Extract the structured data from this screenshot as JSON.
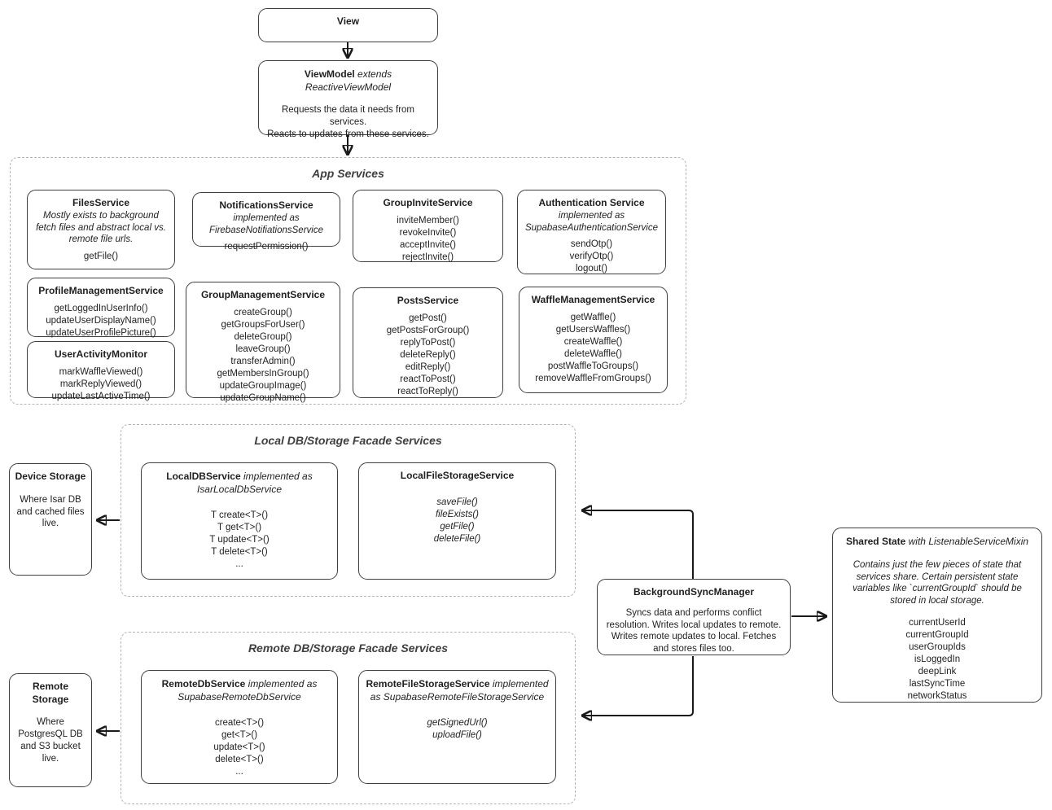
{
  "view": {
    "title": "View"
  },
  "viewmodel": {
    "name": "ViewModel",
    "extends": "extends ReactiveViewModel",
    "body": "Requests the data it needs from services.\nReacts to updates from these services."
  },
  "app_services": {
    "title": "App Services",
    "files": {
      "name": "FilesService",
      "description": "Mostly exists to background fetch files and abstract local vs. remote file urls.",
      "methods": [
        "getFile()"
      ]
    },
    "notifications": {
      "name": "NotificationsService",
      "impl": "implemented as FirebaseNotifiationsService",
      "methods": [
        "requestPermission()"
      ]
    },
    "group_invite": {
      "name": "GroupInviteService",
      "methods": [
        "inviteMember()",
        "revokeInvite()",
        "acceptInvite()",
        "rejectInvite()"
      ]
    },
    "authentication": {
      "name": "Authentication Service",
      "impl": "implemented as SupabaseAuthenticationService",
      "methods": [
        "sendOtp()",
        "verifyOtp()",
        "logout()"
      ]
    },
    "profile_management": {
      "name": "ProfileManagementService",
      "methods": [
        "getLoggedInUserInfo()",
        "updateUserDisplayName()",
        "updateUserProfilePicture()"
      ]
    },
    "user_activity_monitor": {
      "name": "UserActivityMonitor",
      "methods": [
        "markWaffleViewed()",
        "markReplyViewed()",
        "updateLastActiveTime()"
      ]
    },
    "group_management": {
      "name": "GroupManagementService",
      "methods": [
        "createGroup()",
        "getGroupsForUser()",
        "deleteGroup()",
        "leaveGroup()",
        "transferAdmin()",
        "getMembersInGroup()",
        "updateGroupImage()",
        "updateGroupName()"
      ]
    },
    "posts": {
      "name": "PostsService",
      "methods": [
        "getPost()",
        "getPostsForGroup()",
        "replyToPost()",
        "deleteReply()",
        "editReply()",
        "reactToPost()",
        "reactToReply()"
      ]
    },
    "waffle_management": {
      "name": "WaffleManagementService",
      "methods": [
        "getWaffle()",
        "getUsersWaffles()",
        "createWaffle()",
        "deleteWaffle()",
        "postWaffleToGroups()",
        "removeWaffleFromGroups()"
      ]
    }
  },
  "local_facade": {
    "title": "Local DB/Storage Facade Services",
    "localdb": {
      "name": "LocalDBService",
      "impl": "implemented as IsarLocalDbService",
      "methods": [
        "T create<T>()",
        "T get<T>()",
        "T update<T>()",
        "T delete<T>()",
        "..."
      ]
    },
    "localfile": {
      "name": "LocalFileStorageService",
      "methods": [
        "saveFile()",
        "fileExists()",
        "getFile()",
        "deleteFile()"
      ]
    }
  },
  "remote_facade": {
    "title": "Remote DB/Storage Facade Services",
    "remotedb": {
      "name": "RemoteDbService",
      "impl": "implemented as SupabaseRemoteDbService",
      "methods": [
        "create<T>()",
        "get<T>()",
        "update<T>()",
        "delete<T>()",
        "..."
      ]
    },
    "remotefile": {
      "name": "RemoteFileStorageService",
      "impl": "implemented as SupabaseRemoteFileStorageService",
      "methods": [
        "getSignedUrl()",
        "uploadFile()"
      ]
    }
  },
  "device_storage": {
    "name": "Device Storage",
    "body": "Where Isar DB and cached files live."
  },
  "remote_storage": {
    "name": "Remote Storage",
    "body": "Where PostgresQL DB and S3 bucket live."
  },
  "background_sync_manager": {
    "name": "BackgroundSyncManager",
    "body": "Syncs data and performs conflict resolution. Writes local updates to remote. Writes remote updates to local. Fetches and stores files too."
  },
  "shared_state": {
    "name": "Shared State",
    "mixin": "with ListenableServiceMixin",
    "body": "Contains just the few pieces of state that services share. Certain persistent state variables like `currentGroupId` should be stored in local storage.",
    "fields": [
      "currentUserId",
      "currentGroupId",
      "userGroupIds",
      "isLoggedIn",
      "deepLink",
      "lastSyncTime",
      "networkStatus"
    ]
  },
  "colors": {
    "line": "#1a1a1a",
    "box_border": "#3f3f3f",
    "frame_border": "#b3b3b3"
  }
}
